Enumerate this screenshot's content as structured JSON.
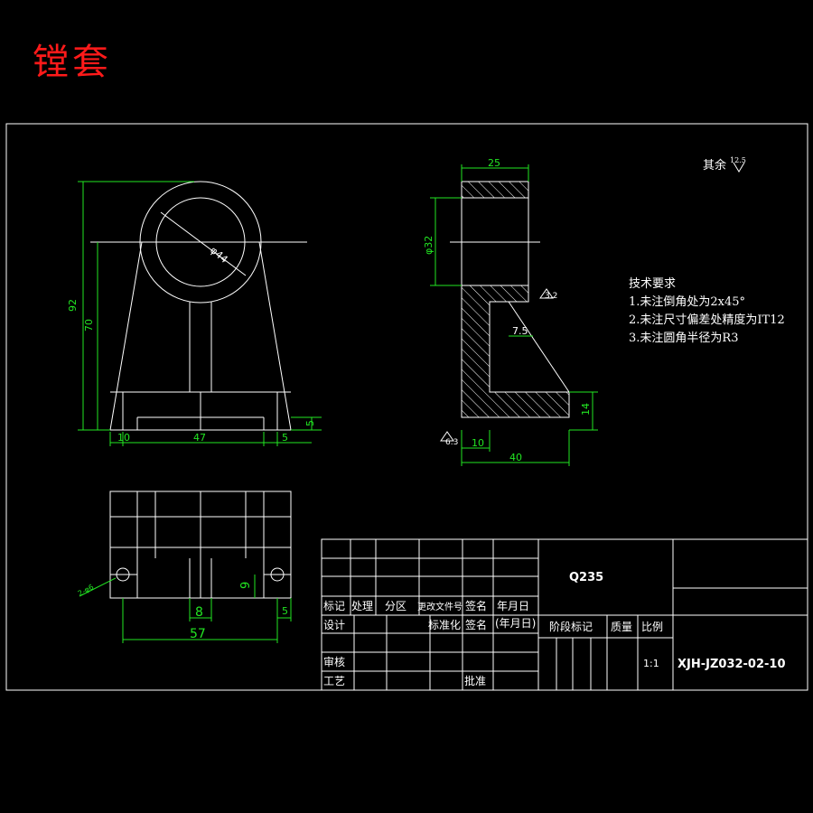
{
  "drawing_title": "镗套",
  "surface_note": {
    "text": "其余",
    "value": "12.5"
  },
  "tech_requirements": {
    "heading": "技术要求",
    "items": [
      "1.未注倒角处为2x45°",
      "2.未注尺寸偏差处精度为IT12",
      "3.未注圆角半径为R3"
    ]
  },
  "front_view_dims": {
    "d_bore": "φ44",
    "h_total": "92",
    "h_center": "70",
    "w_left": "10",
    "w_mid": "47",
    "w_right": "5",
    "h_slot": "5"
  },
  "side_view_dims": {
    "width_top": "25",
    "d_bore": "φ32",
    "h_base": "14",
    "w_left": "10",
    "w_total": "40",
    "rib": "7.5",
    "rough1": "3.2",
    "rough2": "6.3"
  },
  "top_view_dims": {
    "w_total": "57",
    "w_slot": "8",
    "h_hole": "9",
    "w_edge": "5",
    "holes": "2-φ6"
  },
  "title_block": {
    "material": "Q235",
    "drawing_no": "XJH-JZ032-02-10",
    "scale": "1:1",
    "row_labels": [
      "标记",
      "处理",
      "分区",
      "更改文件号",
      "签名",
      "年月日"
    ],
    "design": "设计",
    "standardize": "标准化",
    "sign": "签名",
    "date": "(年月日)",
    "review": "审核",
    "process": "工艺",
    "approve": "批准",
    "stage": "阶段标记",
    "weight": "质量",
    "ratio": "比例"
  }
}
